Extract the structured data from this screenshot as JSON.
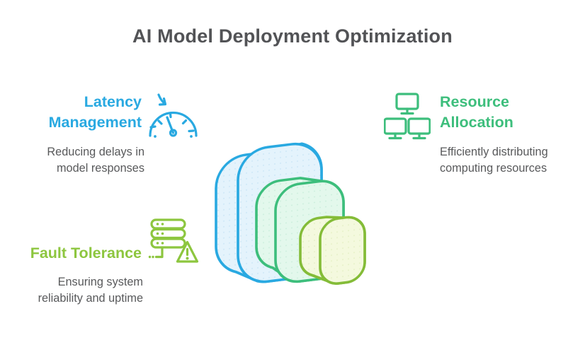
{
  "title": "AI Model Deployment Optimization",
  "sections": {
    "latency": {
      "heading": "Latency Management",
      "description": "Reducing delays in model responses",
      "icon": "speedometer-icon",
      "color": "#29A9E1"
    },
    "resource": {
      "heading": "Resource Allocation",
      "description": "Efficiently distributing computing resources",
      "icon": "network-monitors-icon",
      "color": "#3DBE7C"
    },
    "fault": {
      "heading": "Fault Tolerance",
      "description": "Ensuring system reliability and uptime",
      "icon": "server-warning-icon",
      "color": "#8DC63F"
    }
  },
  "graphic": {
    "name": "nested-rounded-cubes",
    "layers": [
      {
        "label": "outer-cube",
        "stroke": "#29A9E1",
        "fill": "#E4F3FC"
      },
      {
        "label": "middle-cube",
        "stroke": "#3DBE7C",
        "fill": "#E3F8EC"
      },
      {
        "label": "inner-cube",
        "stroke": "#84BC38",
        "fill": "#F4F9DE"
      }
    ]
  },
  "theme": {
    "colors": {
      "page-bg": "#FFFFFF",
      "title-text": "#525356",
      "body-text": "#58595B",
      "blue": "#29A9E1",
      "green": "#3DBE7C",
      "lime": "#8DC63F",
      "cube-blue-stroke": "#29A9E1",
      "cube-blue-fill": "#E4F3FC",
      "cube-blue-dot": "#C7E4F5",
      "cube-green-stroke": "#3DBE7C",
      "cube-green-fill": "#E3F8EC",
      "cube-green-dot": "#C8EDDA",
      "cube-lime-stroke": "#84BC38",
      "cube-lime-fill": "#F4F9DE",
      "cube-lime-dot": "#E3EFC2"
    }
  }
}
